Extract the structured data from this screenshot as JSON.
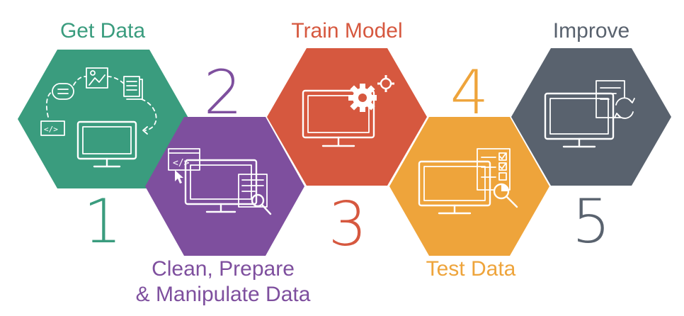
{
  "colors": {
    "step1": "#3a9c7e",
    "step2": "#7e4f9e",
    "step3": "#d6583f",
    "step4": "#eea43b",
    "step5": "#59626e"
  },
  "steps": [
    {
      "number": "1",
      "title": "Get Data",
      "icon": "monitor-data-sources-icon"
    },
    {
      "number": "2",
      "title_line1": "Clean, Prepare",
      "title_line2": "& Manipulate Data",
      "icon": "monitor-code-edit-icon"
    },
    {
      "number": "3",
      "title": "Train Model",
      "icon": "monitor-gears-icon"
    },
    {
      "number": "4",
      "title": "Test Data",
      "icon": "monitor-checklist-magnifier-icon"
    },
    {
      "number": "5",
      "title": "Improve",
      "icon": "monitor-refresh-document-icon"
    }
  ]
}
